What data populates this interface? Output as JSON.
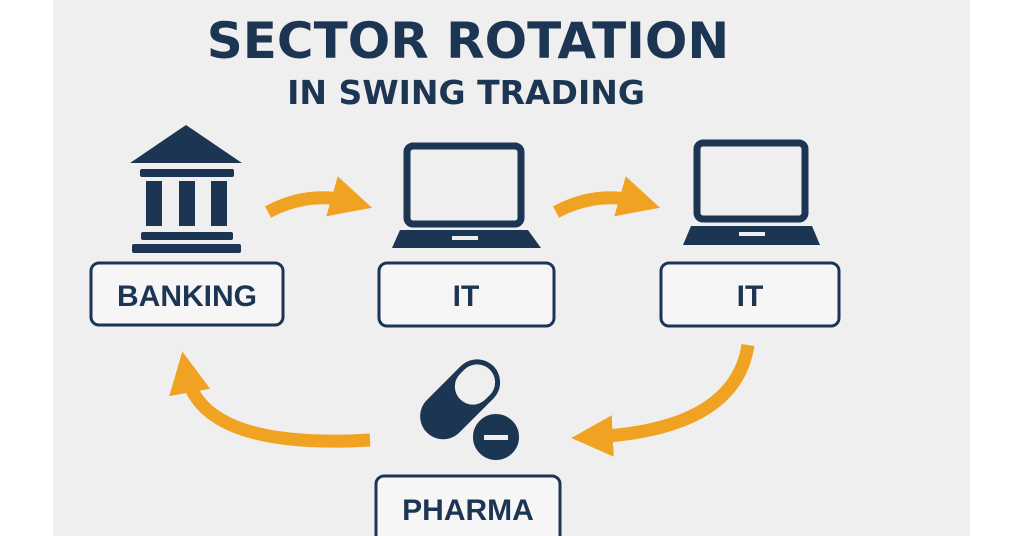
{
  "title": "SECTOR ROTATION",
  "subtitle": "IN SWING TRADING",
  "sectors": [
    {
      "label": "BANKING",
      "icon": "bank-icon"
    },
    {
      "label": "IT",
      "icon": "laptop-icon"
    },
    {
      "label": "IT",
      "icon": "laptop-icon"
    },
    {
      "label": "PHARMA",
      "icon": "pill-icon"
    }
  ],
  "colors": {
    "navy": "#1c3553",
    "orange": "#f0a323",
    "background": "#efeff0"
  }
}
